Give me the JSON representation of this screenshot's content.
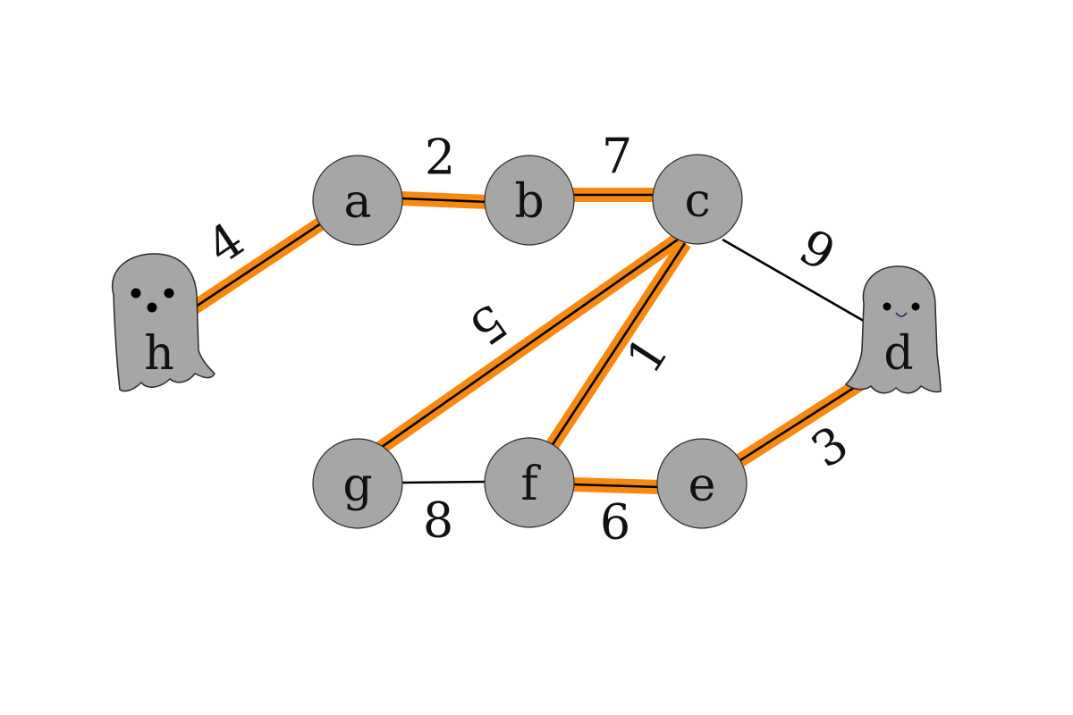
{
  "graph": {
    "nodes": [
      {
        "id": "a",
        "label": "a",
        "shape": "circle"
      },
      {
        "id": "b",
        "label": "b",
        "shape": "circle"
      },
      {
        "id": "c",
        "label": "c",
        "shape": "circle"
      },
      {
        "id": "e",
        "label": "e",
        "shape": "circle"
      },
      {
        "id": "f",
        "label": "f",
        "shape": "circle"
      },
      {
        "id": "g",
        "label": "g",
        "shape": "circle"
      },
      {
        "id": "h",
        "label": "h",
        "shape": "ghost",
        "face": "three-dots"
      },
      {
        "id": "d",
        "label": "d",
        "shape": "ghost",
        "face": "smile"
      }
    ],
    "edges": [
      {
        "from": "h",
        "to": "a",
        "weight": "4",
        "highlighted": true
      },
      {
        "from": "a",
        "to": "b",
        "weight": "2",
        "highlighted": true
      },
      {
        "from": "b",
        "to": "c",
        "weight": "7",
        "highlighted": true
      },
      {
        "from": "c",
        "to": "g",
        "weight": "5",
        "highlighted": true
      },
      {
        "from": "c",
        "to": "f",
        "weight": "1",
        "highlighted": true
      },
      {
        "from": "c",
        "to": "d",
        "weight": "9",
        "highlighted": false
      },
      {
        "from": "g",
        "to": "f",
        "weight": "8",
        "highlighted": false
      },
      {
        "from": "f",
        "to": "e",
        "weight": "6",
        "highlighted": true
      },
      {
        "from": "e",
        "to": "d",
        "weight": "3",
        "highlighted": true
      }
    ]
  },
  "colors": {
    "highlight": "#f7890f",
    "node_fill": "#a6a6a6",
    "edge": "#000000"
  }
}
